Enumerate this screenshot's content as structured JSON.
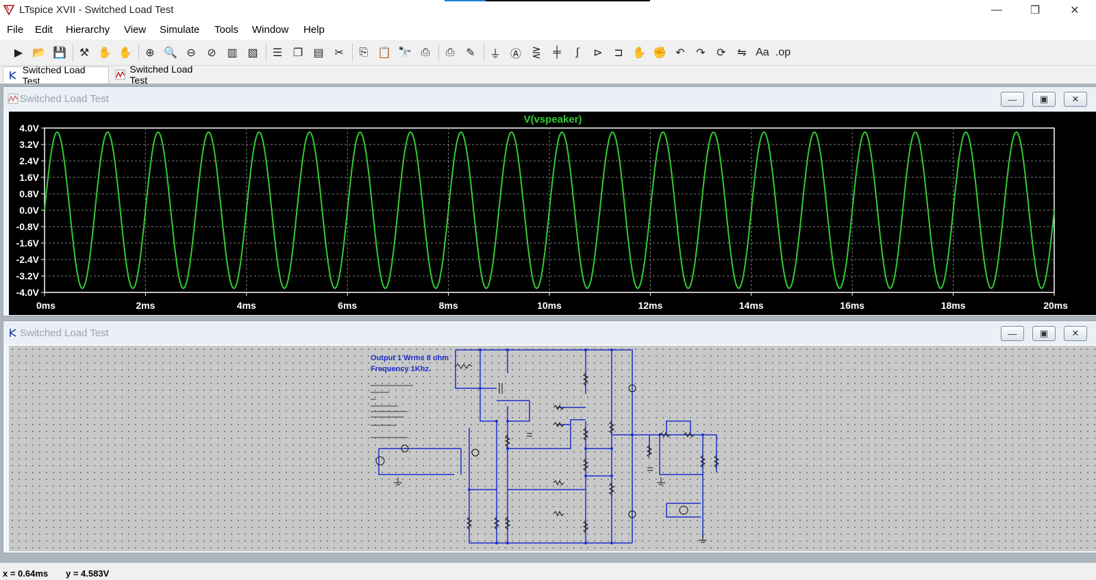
{
  "window": {
    "title": "LTspice XVII - Switched  Load Test",
    "controls": [
      "minimize",
      "restore",
      "close"
    ]
  },
  "menu": [
    "File",
    "Edit",
    "Hierarchy",
    "View",
    "Simulate",
    "Tools",
    "Window",
    "Help"
  ],
  "toolbar": {
    "icons": [
      "run-icon",
      "open-icon",
      "save-icon",
      "control-panel-icon",
      "halt-icon",
      "pan-icon",
      "zoom-in-icon",
      "zoom-full-icon",
      "zoom-out-icon",
      "zoom-cancel-icon",
      "autorange-icon",
      "plot-settings-icon",
      "tile-horizontal-icon",
      "cascade-icon",
      "tile-vertical-icon",
      "cut-icon",
      "copy-icon",
      "paste-icon",
      "find-icon",
      "print-icon",
      "print-preview-icon",
      "draw-wire-icon",
      "ground-icon",
      "label-net-icon",
      "resistor-icon",
      "capacitor-icon",
      "inductor-icon",
      "diode-icon",
      "component-icon",
      "move-icon",
      "drag-icon",
      "undo-icon",
      "redo-icon",
      "rotate-icon",
      "mirror-icon",
      "text-icon",
      "spice-directive-icon"
    ]
  },
  "tabs": [
    {
      "label": "Switched  Load Test",
      "icon": "schematic-icon",
      "active": true
    },
    {
      "label": "Switched  Load Test",
      "icon": "waveform-icon",
      "active": false
    }
  ],
  "waveform_window": {
    "title": "Switched  Load Test",
    "trace_name": "V(vspeaker)",
    "colors": {
      "background": "#000000",
      "trace": "#33cc33",
      "axis": "#ffffff",
      "grid": "#808080"
    }
  },
  "chart_data": {
    "type": "line",
    "title": "",
    "series": [
      {
        "name": "V(vspeaker)",
        "frequency_khz": 1,
        "amplitude_v": 3.8,
        "phase_start": "zero-crossing rising"
      }
    ],
    "xlabel": "",
    "ylabel": "",
    "x_ticks": [
      "0ms",
      "2ms",
      "4ms",
      "6ms",
      "8ms",
      "10ms",
      "12ms",
      "14ms",
      "16ms",
      "18ms",
      "20ms"
    ],
    "y_ticks": [
      "4.0V",
      "3.2V",
      "2.4V",
      "1.6V",
      "0.8V",
      "0.0V",
      "-0.8V",
      "-1.6V",
      "-2.4V",
      "-3.2V",
      "-4.0V"
    ],
    "xlim_ms": [
      0,
      20
    ],
    "ylim_v": [
      -4.0,
      4.0
    ],
    "grid": true,
    "grid_style": "dashed"
  },
  "schematic_window": {
    "title": "Switched  Load Test",
    "annotation_line1": "Output 1 Wrms 8 ohm",
    "annotation_line2": "Frequency 1Khz."
  },
  "status": {
    "x": "x = 0.64ms",
    "y": "y = 4.583V"
  }
}
